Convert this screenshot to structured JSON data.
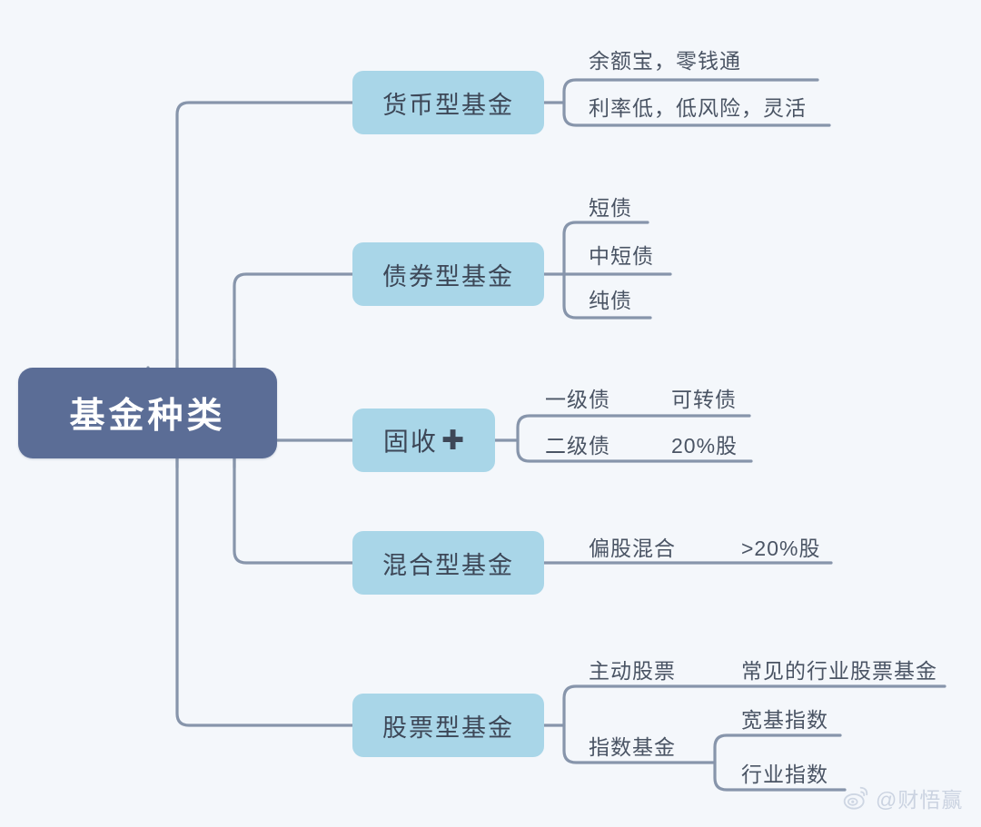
{
  "page": {
    "title": "基金种类",
    "background_color": "#f4f7fb",
    "root_color": "#5b6d96",
    "branch_color": "#a9d6e8",
    "line_color": "#8795ab",
    "text_color": "#4a5464"
  },
  "root": {
    "label": "基金种类"
  },
  "branches": [
    {
      "label": "货币型基金",
      "children": [
        {
          "label": "余额宝，零钱通"
        },
        {
          "label": "利率低，低风险，灵活"
        }
      ]
    },
    {
      "label": "债券型基金",
      "children": [
        {
          "label": "短债"
        },
        {
          "label": "中短债"
        },
        {
          "label": "纯债"
        }
      ]
    },
    {
      "label": "固收",
      "suffix": "✚",
      "children": [
        {
          "label": "一级债",
          "note": "可转债"
        },
        {
          "label": "二级债",
          "note": "20%股"
        }
      ]
    },
    {
      "label": "混合型基金",
      "children": [
        {
          "label": "偏股混合",
          "note": ">20%股"
        }
      ]
    },
    {
      "label": "股票型基金",
      "children": [
        {
          "label": "主动股票",
          "note": "常见的行业股票基金"
        },
        {
          "label": "指数基金",
          "children": [
            {
              "label": "宽基指数"
            },
            {
              "label": "行业指数"
            }
          ]
        }
      ]
    }
  ],
  "watermark": {
    "handle": "@财悟赢",
    "icon": "weibo-icon"
  }
}
